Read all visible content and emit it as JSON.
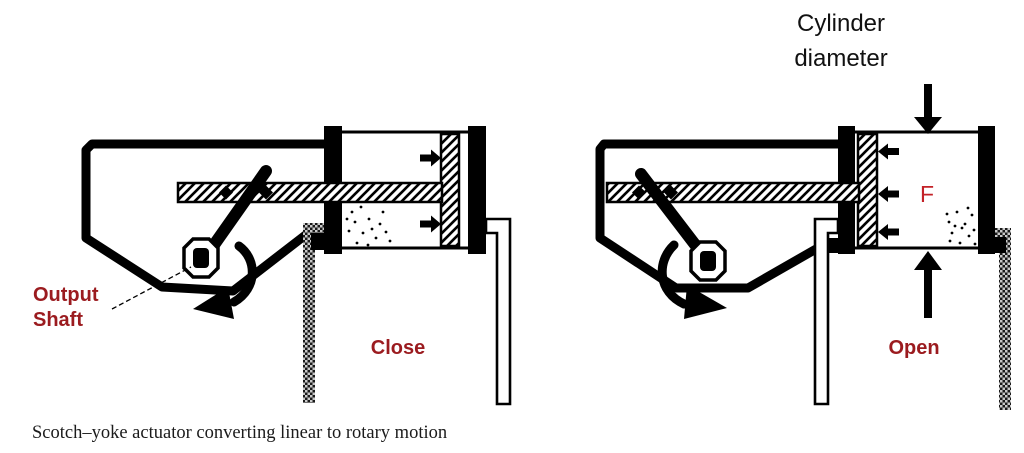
{
  "figure": {
    "caption": "Scotch–yoke actuator converting linear to rotary motion",
    "background": "#ffffff"
  },
  "colors": {
    "label_red": "#9b1b1f",
    "force_red": "#c32127",
    "ink": "#000000"
  },
  "left_diagram": {
    "labels": {
      "output_shaft": [
        "Output",
        "Shaft"
      ],
      "state": "Close"
    },
    "icons": [
      "rotation-arrow-ccw-icon",
      "pressure-arrow-right-icon",
      "hatched-piston",
      "checkered-supply-pipe-icon",
      "outlet-pipe-icon",
      "output-shaft-symbol"
    ]
  },
  "right_diagram": {
    "labels": {
      "dimension": [
        "Cylinder",
        "diameter"
      ],
      "force": "F",
      "state": "Open"
    },
    "icons": [
      "rotation-arrow-cw-icon",
      "pressure-arrow-left-icon",
      "diameter-arrow-down-icon",
      "open-arrow-up-icon",
      "hatched-piston",
      "checkered-supply-pipe-icon",
      "outlet-pipe-icon",
      "output-shaft-symbol"
    ]
  }
}
